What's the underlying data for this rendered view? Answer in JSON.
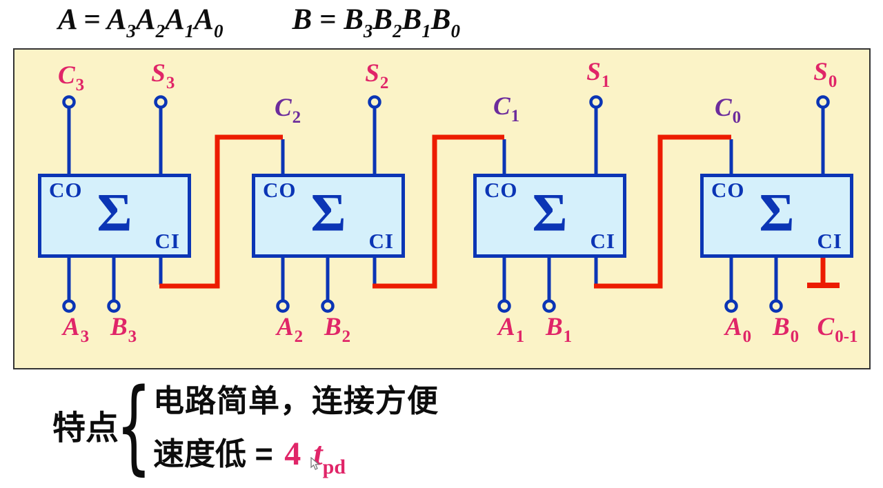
{
  "colors": {
    "page_bg": "#FFFFFF",
    "panel_bg": "#FBF3C7",
    "panel_border": "#333333",
    "block_fill": "#D5F0FB",
    "wire_blue": "#0B35B5",
    "carry_red": "#EC1C01",
    "signal_crimson": "#E02568",
    "carry_purple": "#6C2C9C",
    "text_black": "#0D0D0D"
  },
  "formulas": {
    "a": {
      "lhs": "A",
      "eq": " = ",
      "terms": [
        {
          "base": "A",
          "sub": "3"
        },
        {
          "base": "A",
          "sub": "2"
        },
        {
          "base": "A",
          "sub": "1"
        },
        {
          "base": "A",
          "sub": "0"
        }
      ]
    },
    "b": {
      "lhs": "B",
      "eq": " = ",
      "terms": [
        {
          "base": "B",
          "sub": "3"
        },
        {
          "base": "B",
          "sub": "2"
        },
        {
          "base": "B",
          "sub": "1"
        },
        {
          "base": "B",
          "sub": "0"
        }
      ]
    }
  },
  "adder": {
    "co": "CO",
    "sigma": "Σ",
    "ci": "CI"
  },
  "outputs": {
    "c3": {
      "base": "C",
      "sub": "3"
    },
    "s3": {
      "base": "S",
      "sub": "3"
    },
    "s2": {
      "base": "S",
      "sub": "2"
    },
    "s1": {
      "base": "S",
      "sub": "1"
    },
    "s0": {
      "base": "S",
      "sub": "0"
    }
  },
  "carries": {
    "c2": {
      "base": "C",
      "sub": "2"
    },
    "c1": {
      "base": "C",
      "sub": "1"
    },
    "c0": {
      "base": "C",
      "sub": "0"
    }
  },
  "inputs": {
    "a3": {
      "base": "A",
      "sub": "3"
    },
    "b3": {
      "base": "B",
      "sub": "3"
    },
    "a2": {
      "base": "A",
      "sub": "2"
    },
    "b2": {
      "base": "B",
      "sub": "2"
    },
    "a1": {
      "base": "A",
      "sub": "1"
    },
    "b1": {
      "base": "B",
      "sub": "1"
    },
    "a0": {
      "base": "A",
      "sub": "0"
    },
    "b0": {
      "base": "B",
      "sub": "0"
    },
    "c0m1": {
      "base": "C",
      "sub": "0-1"
    }
  },
  "features": {
    "label": "特点",
    "brace": "{",
    "line1": "电路简单，连接方便",
    "line2_prefix": "速度低 = ",
    "delay_coeff": "4",
    "delay_var": "t",
    "delay_sub": "pd"
  }
}
